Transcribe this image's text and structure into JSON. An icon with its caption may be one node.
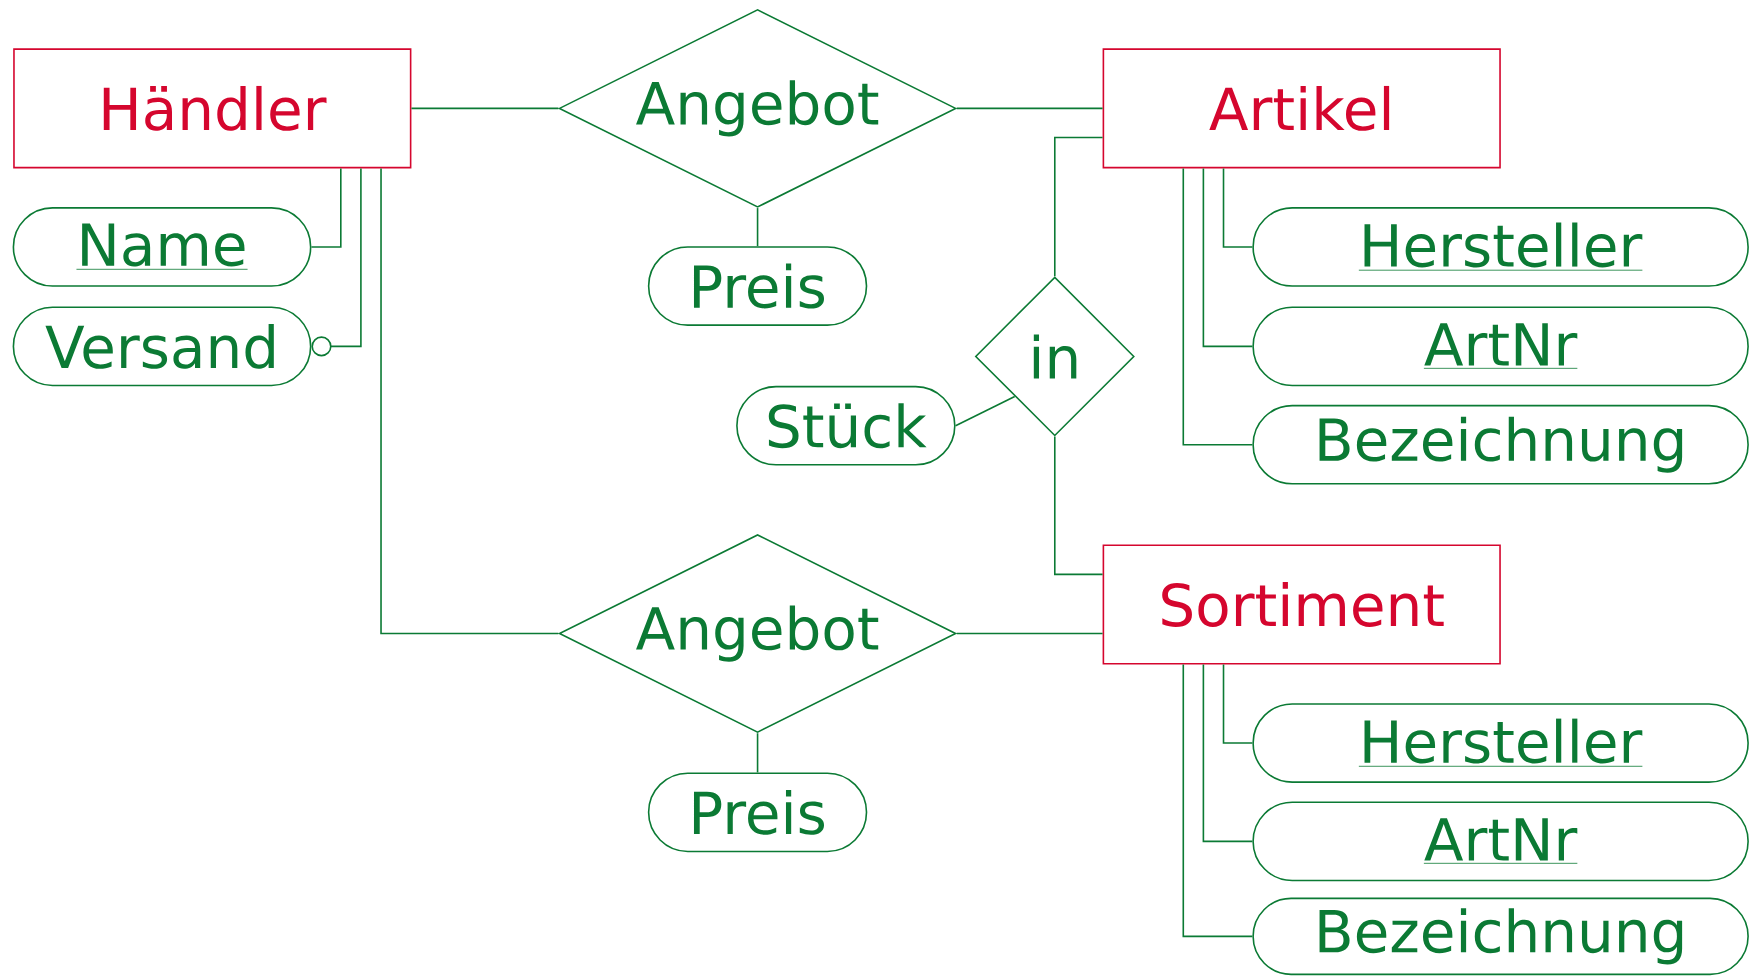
{
  "diagram": {
    "nodes": [
      {
        "text": [
          "Händler"
        ]
      },
      {
        "text": [
          "Angebot"
        ]
      },
      {
        "text": [
          "Artikel"
        ]
      },
      {
        "text": [
          "Name"
        ]
      },
      {
        "text": [
          "Versand"
        ]
      },
      {
        "text": [
          "Preis"
        ]
      },
      {
        "text": [
          "Hersteller"
        ]
      },
      {
        "text": [
          "ArtNr"
        ]
      },
      {
        "text": [
          "Bezeichnung"
        ]
      },
      {
        "text": [
          "in"
        ]
      },
      {
        "text": [
          "Stück"
        ]
      },
      {
        "text": [
          "Sortiment"
        ]
      },
      {
        "text": [
          "Angebot"
        ]
      },
      {
        "text": [
          "Preis"
        ]
      },
      {
        "text": [
          "Hersteller"
        ]
      },
      {
        "text": [
          "ArtNr"
        ]
      },
      {
        "text": [
          "Bezeichnung"
        ]
      }
    ],
    "edges": [
      {
        "from": 0,
        "to": 1,
        "arrow": "none"
      },
      {
        "from": 1,
        "to": 2,
        "arrow": "none"
      },
      {
        "from": 0,
        "to": 3,
        "arrow": "none"
      },
      {
        "from": 0,
        "to": 4,
        "arrow": "other"
      },
      {
        "from": 0,
        "to": 12,
        "arrow": "none"
      },
      {
        "from": 1,
        "to": 5,
        "arrow": "none"
      },
      {
        "from": 2,
        "to": 6,
        "arrow": "none"
      },
      {
        "from": 2,
        "to": 7,
        "arrow": "none"
      },
      {
        "from": 2,
        "to": 8,
        "arrow": "none"
      },
      {
        "from": 10,
        "to": 9,
        "arrow": "none"
      },
      {
        "from": 9,
        "to": 2,
        "arrow": "none"
      },
      {
        "from": 9,
        "to": 11,
        "arrow": "none"
      },
      {
        "from": 12,
        "to": 11,
        "arrow": "none"
      },
      {
        "from": 12,
        "to": 13,
        "arrow": "none"
      },
      {
        "from": 11,
        "to": 14,
        "arrow": "none"
      },
      {
        "from": 11,
        "to": 15,
        "arrow": "none"
      },
      {
        "from": 11,
        "to": 16,
        "arrow": "none"
      }
    ]
  }
}
